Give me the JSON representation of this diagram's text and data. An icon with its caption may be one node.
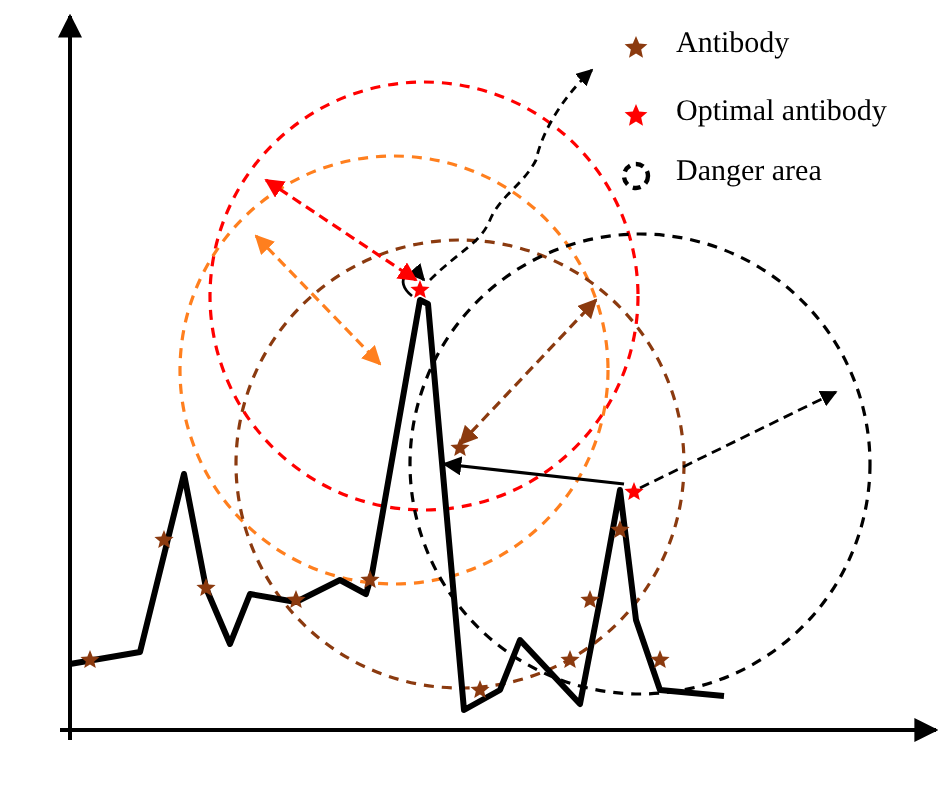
{
  "diagram": {
    "legend": [
      {
        "text": "Antibody",
        "color": "#8b3a0f"
      },
      {
        "text": "Optimal antibody",
        "color": "#ff0000"
      },
      {
        "text": "Danger area"
      }
    ]
  }
}
